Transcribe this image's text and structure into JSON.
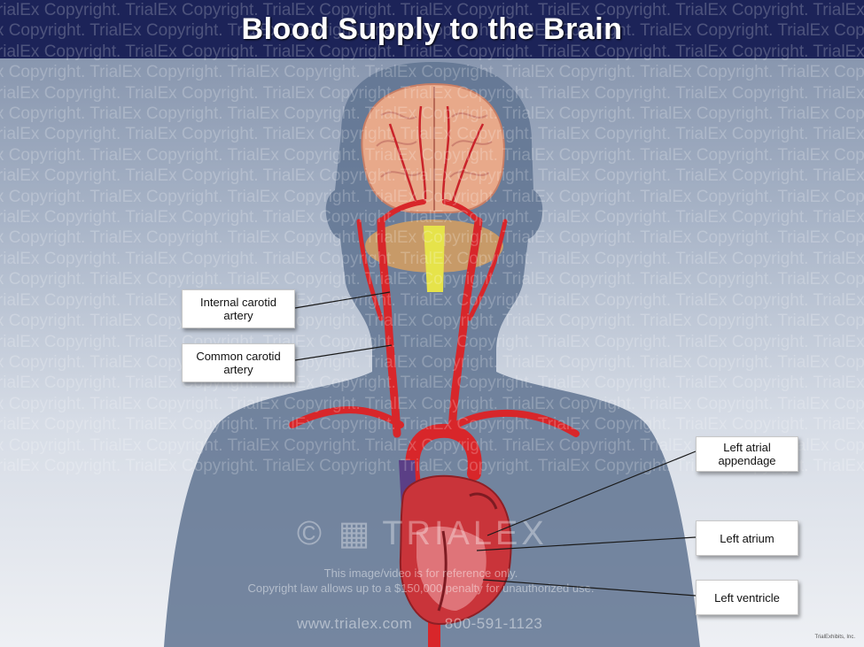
{
  "title": "Blood Supply to the Brain",
  "watermark_text": "TrialEx Copyright.",
  "labels": {
    "internal_carotid": "Internal carotid artery",
    "common_carotid": "Common carotid artery",
    "left_atrial_appendage": "Left atrial appendage",
    "left_atrium": "Left atrium",
    "left_ventricle": "Left ventricle"
  },
  "branding": {
    "copyright_symbol": "©",
    "logo_text": "TRIALEX",
    "notice_line1": "This image/video is for reference only.",
    "notice_line2": "Copyright law allows up to a $150,000 penalty for unauthorized use.",
    "website": "www.trialex.com",
    "phone": "800-591-1123",
    "small_brand": "TrialExhibits, Inc."
  },
  "colors": {
    "title_bar": "#1c2358",
    "artery": "#d8262a",
    "vein": "#5b3f86",
    "brain": "#e8a98a",
    "silhouette": "#5f7390"
  }
}
